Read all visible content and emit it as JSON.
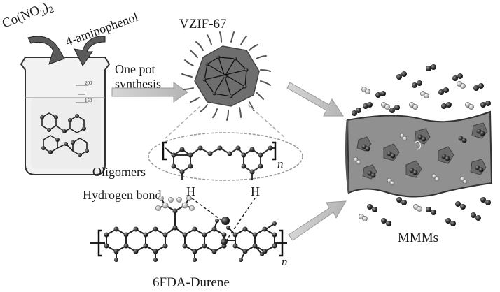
{
  "labels": {
    "cobalt_nitrate": {
      "base": "Co(NO",
      "sub1": "3",
      "close": ")",
      "sub2": "2"
    },
    "aminophenol": "4-aminophenol",
    "vzif": "VZIF-67",
    "one_pot_line1": "One pot",
    "one_pot_line2": "synthesis",
    "oligomers": "Oligomers",
    "hydrogen_bond": "Hydrogen bond",
    "h_left": "H",
    "h_right": "H",
    "n_oligomer": "n",
    "n_polymer": "n",
    "polymer": "6FDA-Durene",
    "membrane": "MMMs",
    "beaker_tick_upper": "200",
    "beaker_tick_lower": "150"
  },
  "colors": {
    "ink": "#1a1a1a",
    "arrow_fill": "#c8c8c8",
    "membrane_fill": "#909090",
    "crystal_fill": "#6a6a6a",
    "atom": "#2a2a2a"
  }
}
